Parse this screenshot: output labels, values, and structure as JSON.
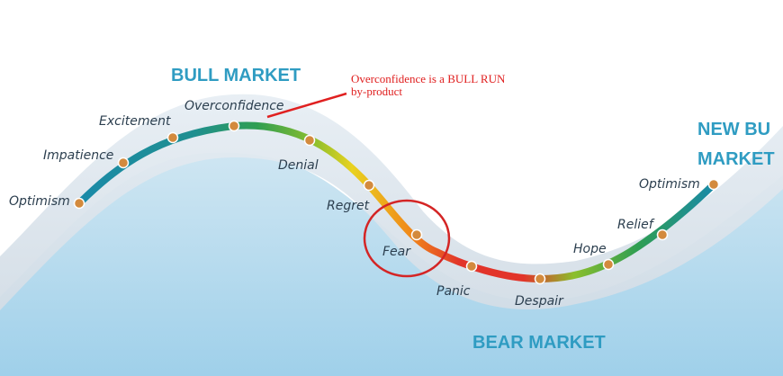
{
  "headings": {
    "bull": "BULL MARKET",
    "bear": "BEAR MARKET",
    "new_bull_line1": "NEW BU",
    "new_bull_line2": "MARKET"
  },
  "annotation": {
    "line1": "Overconfidence is a BULL RUN",
    "line2": "by-product"
  },
  "stages": [
    "Optimism",
    "Impatience",
    "Excitement",
    "Overconfidence",
    "Denial",
    "Regret",
    "Fear",
    "Panic",
    "Despair",
    "Hope",
    "Relief",
    "Optimism"
  ],
  "colors": {
    "heading": "#2f9cc2",
    "label": "#2c3f4f",
    "annotation": "#e02020",
    "dot": "#d38a3d",
    "curve_teal": "#1a8aa8",
    "curve_green": "#2f9e52",
    "curve_yellow": "#e9d21f",
    "curve_orange": "#f08a1a",
    "curve_red": "#e2342a"
  }
}
